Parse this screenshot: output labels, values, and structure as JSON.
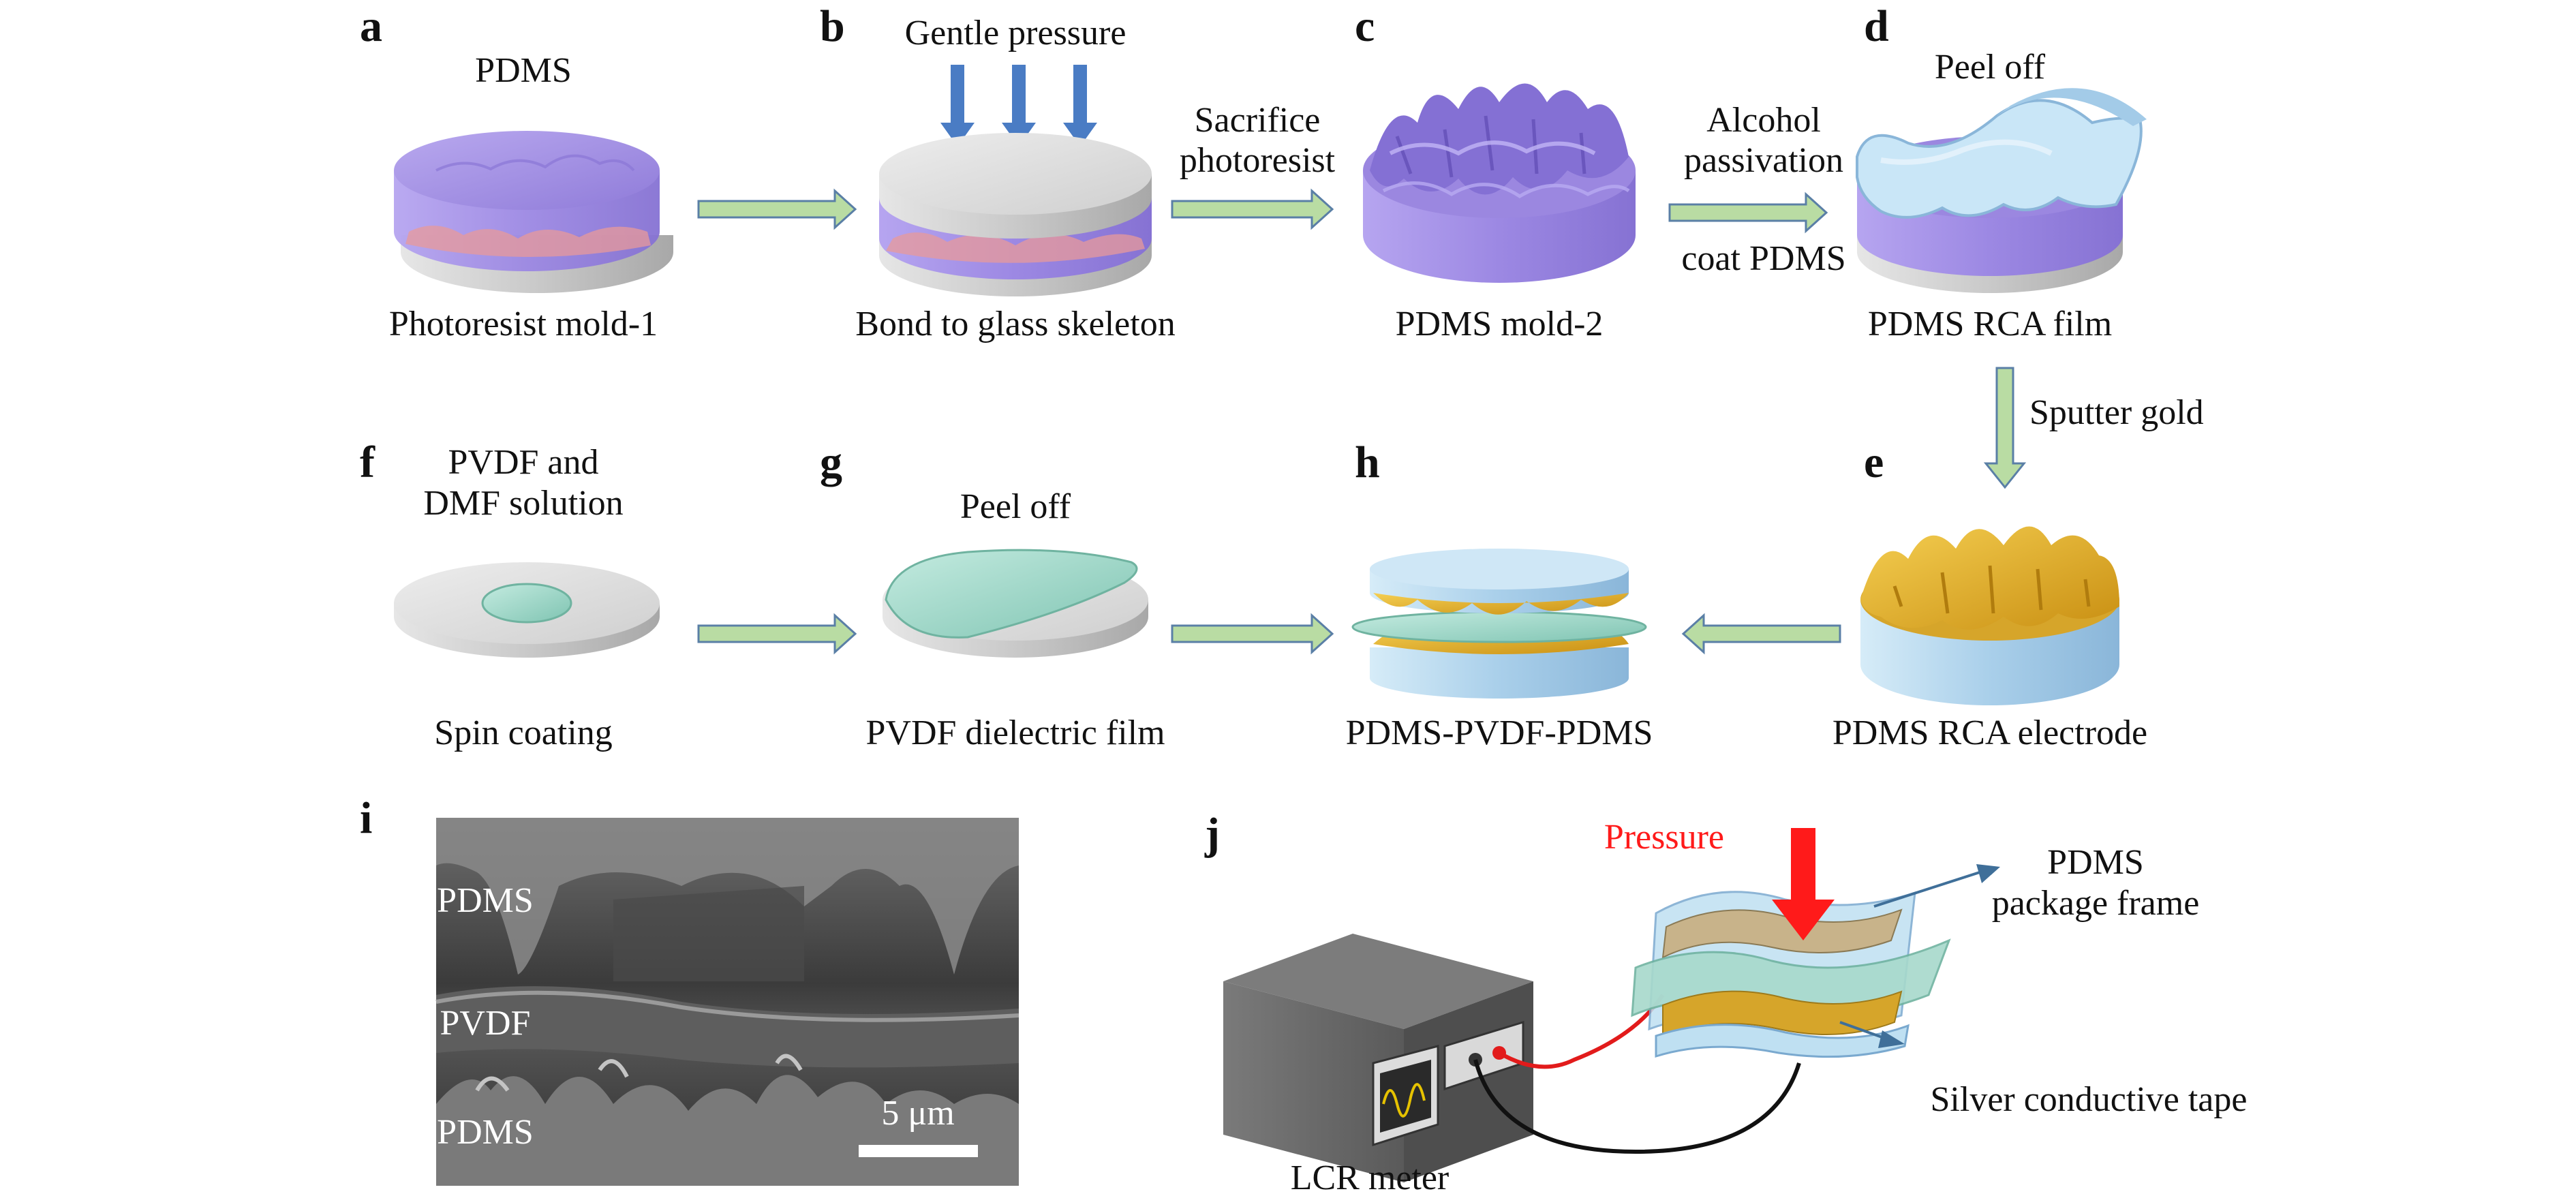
{
  "panels": {
    "a": {
      "letter": "a",
      "top_label": "PDMS",
      "bottom_label": "Photoresist mold-1"
    },
    "b": {
      "letter": "b",
      "top_label": "Gentle pressure",
      "bottom_label": "Bond to glass skeleton"
    },
    "c": {
      "letter": "c",
      "bottom_label": "PDMS mold-2"
    },
    "d": {
      "letter": "d",
      "top_label": "Peel off",
      "bottom_label": "PDMS RCA film"
    },
    "e": {
      "letter": "e",
      "bottom_label": "PDMS RCA electrode"
    },
    "f": {
      "letter": "f",
      "top_label_1": "PVDF and",
      "top_label_2": "DMF solution",
      "bottom_label": "Spin coating"
    },
    "g": {
      "letter": "g",
      "top_label": "Peel off",
      "bottom_label": "PVDF dielectric film"
    },
    "h": {
      "letter": "h",
      "bottom_label": "PDMS-PVDF-PDMS"
    },
    "i": {
      "letter": "i",
      "label_top": "PDMS",
      "label_mid": "PVDF",
      "label_bottom": "PDMS",
      "scale_bar": "5 μm"
    },
    "j": {
      "letter": "j",
      "pressure": "Pressure",
      "frame_1": "PDMS",
      "frame_2": "package frame",
      "tape": "Silver conductive tape",
      "meter": "LCR meter"
    }
  },
  "steps": {
    "a_to_b": "",
    "b_to_c_1": "Sacrifice",
    "b_to_c_2": "photoresist",
    "c_to_d_1": "Alcohol",
    "c_to_d_2": "passivation",
    "c_to_d_3": "coat PDMS",
    "d_to_e": "Sputter gold"
  },
  "colors": {
    "arrow_fill": "#b9dca3",
    "arrow_stroke": "#5a7fa6",
    "pdms_purple": "#a592e6",
    "gold": "#e8b52c",
    "pvdf_teal": "#a7d9cc",
    "glass_gray": "#d9d9d9",
    "light_blue": "#bfe0f2",
    "pressure_red": "#ff1a1a",
    "press_blue": "#4a7cc4"
  }
}
